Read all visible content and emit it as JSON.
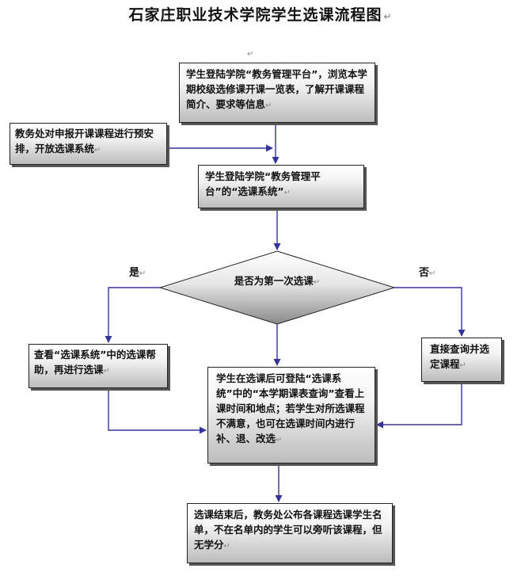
{
  "title": "石家庄职业技术学院学生选课流程图",
  "para_mark": "↵",
  "nodes": {
    "login_platform": "学生登陆学院“教务管理平台”，浏览本学期校级选修课开课一览表，了解开课课程简介、要求等信息",
    "office_schedule": "教务处对申报开课课程进行预安排，开放选课系统",
    "login_system": "学生登陆学院“教务管理平台”的“选课系统”",
    "decision": "是否为第一次选课",
    "view_help": "查看“选课系统”中的选课帮助，再进行选课",
    "direct_select": "直接查询并选定课程",
    "query_schedule": "学生在选课后可登陆“选课系统”中的“本学期课表查询”查看上课时间和地点；若学生对所选课程不满意，也可在选课时间内进行补、退、改选",
    "end_publish": "选课结束后，教务处公布各课程选课学生名单，不在名单内的学生可以旁听该课程，但无学分"
  },
  "labels": {
    "yes": "是",
    "no": "否"
  },
  "colors": {
    "arrow": "#33339a",
    "box_border": "#222222",
    "diamond_top": "#ffffff",
    "diamond_bottom": "#8a8a8a"
  }
}
